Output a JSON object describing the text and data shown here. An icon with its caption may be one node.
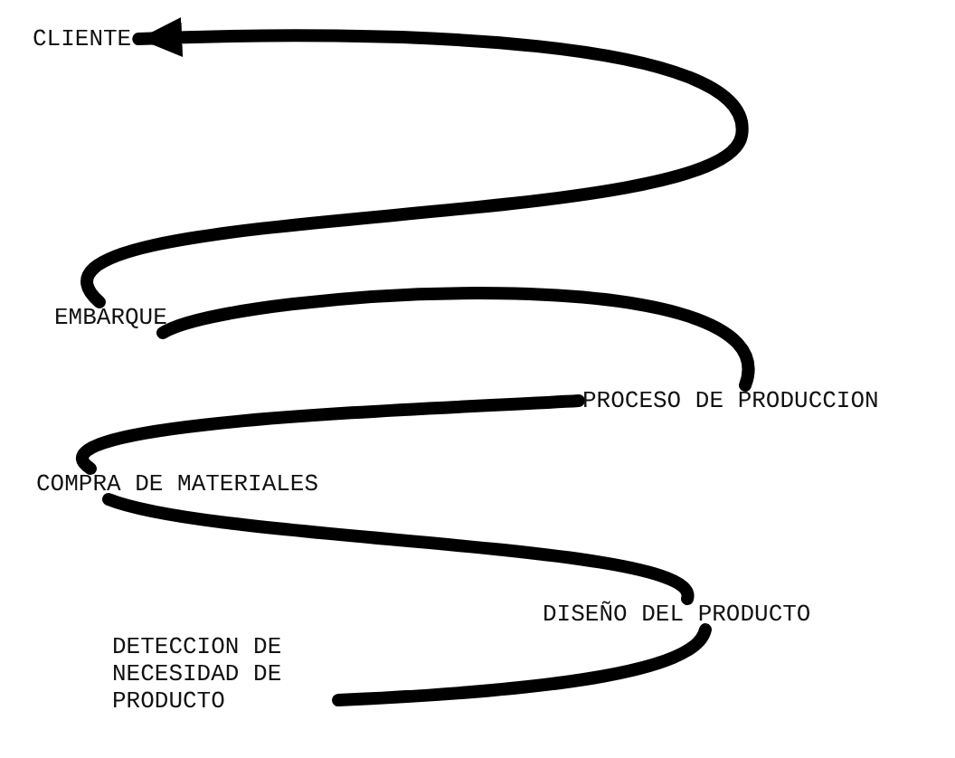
{
  "diagram": {
    "nodes": [
      {
        "text": [
          "CLIENTE"
        ]
      },
      {
        "text": [
          "EMBARQUE"
        ]
      },
      {
        "text": [
          "PROCESO DE PRODUCCION"
        ]
      },
      {
        "text": [
          "COMPRA DE MATERIALES"
        ]
      },
      {
        "text": [
          "DISEÑO DEL PRODUCTO"
        ]
      },
      {
        "text": [
          "DETECCION DE NECESIDAD DE PRODUCTO"
        ]
      }
    ],
    "edges": [
      {
        "from": 5,
        "to": 4,
        "arrow": "none"
      },
      {
        "from": 4,
        "to": 3,
        "arrow": "none"
      },
      {
        "from": 3,
        "to": 2,
        "arrow": "none"
      },
      {
        "from": 2,
        "to": 1,
        "arrow": "none"
      },
      {
        "from": 1,
        "to": 0,
        "arrow": "to"
      }
    ]
  }
}
